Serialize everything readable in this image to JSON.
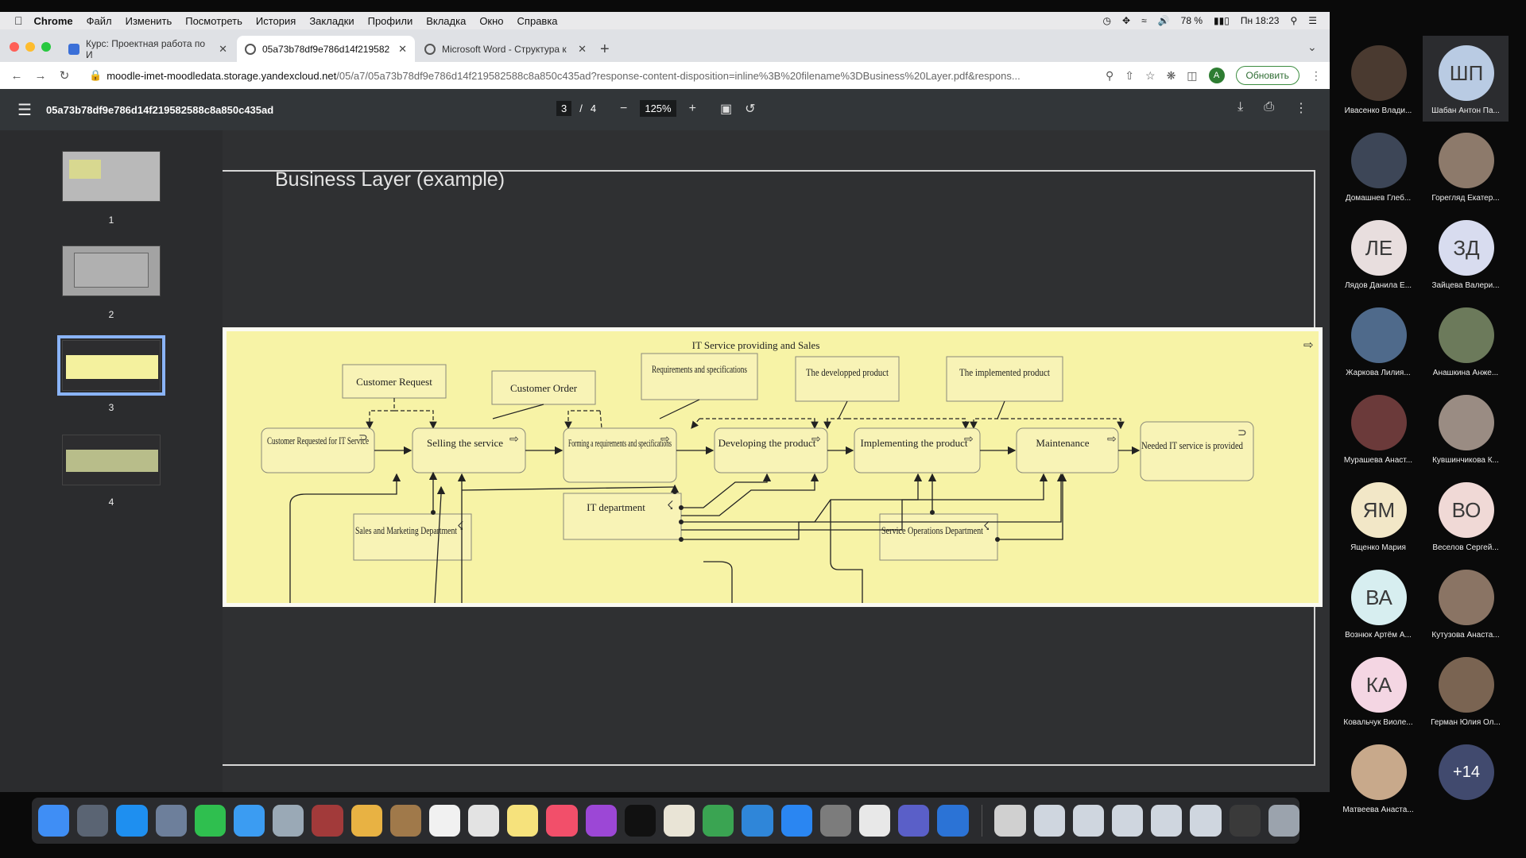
{
  "menubar": {
    "app": "Chrome",
    "items": [
      "Файл",
      "Изменить",
      "Посмотреть",
      "История",
      "Закладки",
      "Профили",
      "Вкладка",
      "Окно",
      "Справка"
    ],
    "battery": "78 %",
    "clock": "Пн 18:23"
  },
  "tabs": [
    {
      "title": "Курс: Проектная работа по И"
    },
    {
      "title": "05a73b78df9e786d14f219582"
    },
    {
      "title": "Microsoft Word - Структура к"
    }
  ],
  "address": {
    "host": "moodle-imet-moodledata.storage.yandexcloud.net",
    "path": "/05/a7/05a73b78df9e786d14f219582588c8a850c435ad?response-content-disposition=inline%3B%20filename%3DBusiness%20Layer.pdf&respons...",
    "avatar": "A",
    "update_label": "Обновить"
  },
  "pdf": {
    "title": "05a73b78df9e786d14f219582588c8a850c435ad",
    "page": "3",
    "sep": "/",
    "total": "4",
    "zoom": "125%"
  },
  "thumbs": [
    "1",
    "2",
    "3",
    "4"
  ],
  "slide": {
    "title": "Business Layer (example)",
    "diagram": {
      "group": "IT Service providing and Sales",
      "objects": [
        "Customer Request",
        "Customer Order",
        "Requirements and specifications",
        "The developped product",
        "The implemented product"
      ],
      "processes": [
        "Customer Requested for IT Service",
        "Selling the service",
        "Forming a requirements and specifications",
        "Developing the product",
        "Implementing the product",
        "Maintenance",
        "Needed IT service is provided"
      ],
      "actors": [
        "Sales and Marketing Department",
        "IT department",
        "Service Operations Department"
      ]
    }
  },
  "participants": [
    {
      "initials": "",
      "name": "Ивасенко Влади...",
      "bg": "#4a3a30"
    },
    {
      "initials": "ШП",
      "name": "Шабан Антон Па...",
      "bg": "#b9cbe3"
    },
    {
      "initials": "",
      "name": "Домашнев Глеб...",
      "bg": "#3d4657"
    },
    {
      "initials": "",
      "name": "Горегляд Екатер...",
      "bg": "#8d7a6b"
    },
    {
      "initials": "ЛЕ",
      "name": "Лядов Данила Е...",
      "bg": "#e8dede"
    },
    {
      "initials": "ЗД",
      "name": "Зайцева Валери...",
      "bg": "#d8dcef"
    },
    {
      "initials": "",
      "name": "Жаркова Лилия...",
      "bg": "#4f6a8b"
    },
    {
      "initials": "",
      "name": "Анашкина Анже...",
      "bg": "#6c7a5b"
    },
    {
      "initials": "",
      "name": "Мурашева Анаст...",
      "bg": "#6b3a3a"
    },
    {
      "initials": "",
      "name": "Кувшинчикова К...",
      "bg": "#9a8c83"
    },
    {
      "initials": "ЯМ",
      "name": "Ященко Мария",
      "bg": "#f2e7c7"
    },
    {
      "initials": "ВО",
      "name": "Веселов Сергей...",
      "bg": "#f0d9d6"
    },
    {
      "initials": "ВА",
      "name": "Вознюк Артём А...",
      "bg": "#d7eef0"
    },
    {
      "initials": "",
      "name": "Кутузова Анаста...",
      "bg": "#8a7464"
    },
    {
      "initials": "КА",
      "name": "Ковальчук Виоле...",
      "bg": "#f4d6e3"
    },
    {
      "initials": "",
      "name": "Герман Юлия Ол...",
      "bg": "#7a6452"
    },
    {
      "initials": "",
      "name": "Матвеева Анаста...",
      "bg": "#c8a98b"
    },
    {
      "initials": "+14",
      "name": "",
      "bg": "#414a6e"
    }
  ],
  "colors": {
    "diagram_fill": "#f7f3a6",
    "box_fill": "#f8f3b6",
    "accent": "#8ab4f8"
  }
}
